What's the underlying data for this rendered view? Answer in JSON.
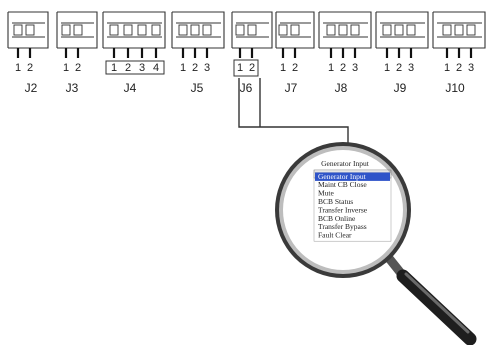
{
  "connectors": [
    {
      "label": "J2",
      "pins": [
        "1",
        "2"
      ]
    },
    {
      "label": "J3",
      "pins": [
        "1",
        "2"
      ]
    },
    {
      "label": "J4",
      "pins": [
        "1",
        "2",
        "3",
        "4"
      ]
    },
    {
      "label": "J5",
      "pins": [
        "1",
        "2",
        "3"
      ]
    },
    {
      "label": "J6",
      "pins": [
        "1",
        "2"
      ]
    },
    {
      "label": "J7",
      "pins": [
        "1",
        "2"
      ]
    },
    {
      "label": "J8",
      "pins": [
        "1",
        "2",
        "3"
      ]
    },
    {
      "label": "J9",
      "pins": [
        "1",
        "2",
        "3"
      ]
    },
    {
      "label": "J10",
      "pins": [
        "1",
        "2",
        "3"
      ]
    }
  ],
  "magnifier": {
    "dropdown": {
      "selected_value": "Generator Input",
      "options": [
        "Generator Input",
        "Maint CB Close",
        "Mute",
        "BCB Status",
        "Transfer Inverse",
        "BCB Online",
        "Transfer Bypass",
        "Fault Clear"
      ],
      "highlighted_index": 0
    }
  },
  "colors": {
    "ink": "#333333",
    "highlight": "#2f54c9",
    "highlight_text": "#ffffff",
    "lens_inner": "#ffffff",
    "handle": "#222222"
  }
}
